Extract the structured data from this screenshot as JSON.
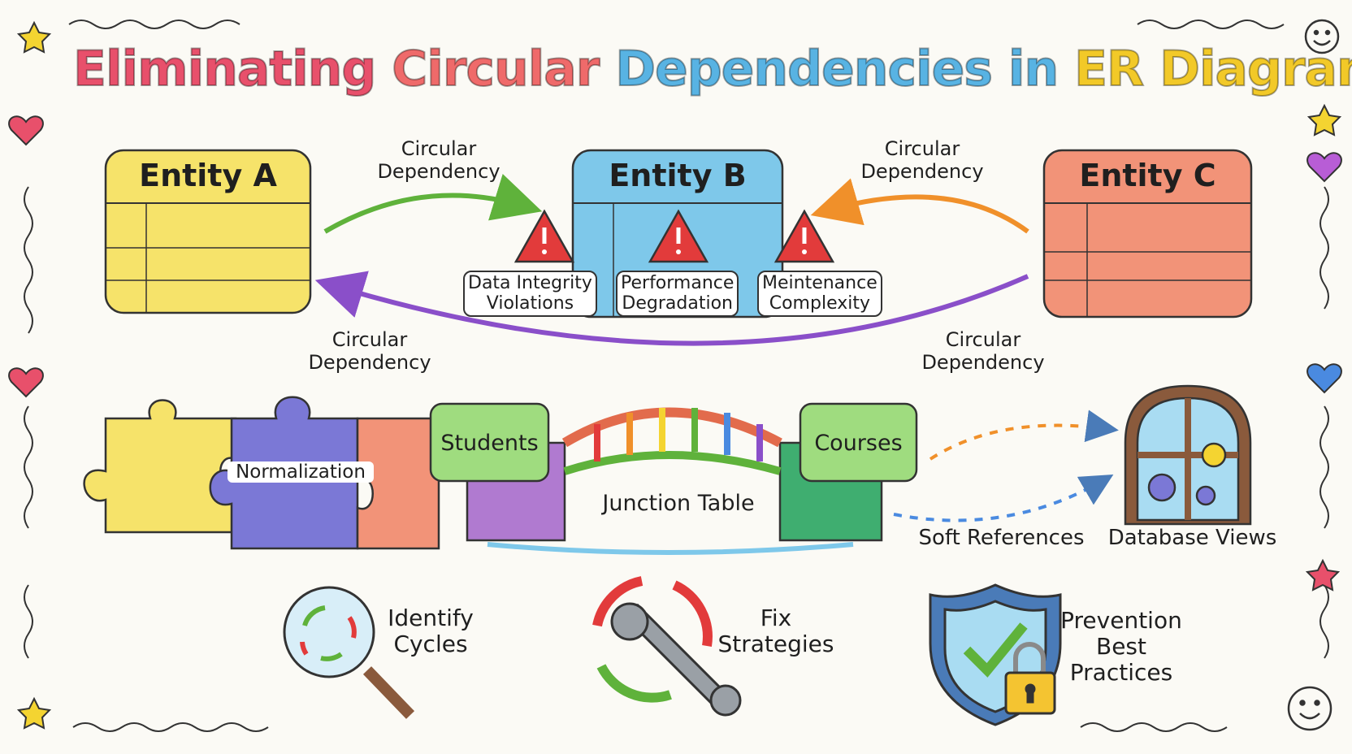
{
  "title": {
    "part1": "Eliminating",
    "part2": "Circular",
    "part3": "Dependencies",
    "part4": "in",
    "part5": "ER Diagrams"
  },
  "entities": {
    "a": "Entity A",
    "b": "Entity B",
    "c": "Entity C"
  },
  "arrows": {
    "a_to_b": "Circular\nDependency",
    "c_to_b": "Circular\nDependency",
    "c_to_a_left": "Circular\nDependency",
    "c_to_a_right": "Circular\nDependency"
  },
  "warnings": {
    "w1": "Data Integrity\nViolations",
    "w2": "Performance\nDegradation",
    "w3": "Meintenance\nComplexity"
  },
  "middle": {
    "normalization": "Normalization",
    "students": "Students",
    "courses": "Courses",
    "junction": "Junction Table",
    "soft_refs": "Soft References",
    "db_views": "Database Views"
  },
  "bottom": {
    "identify": "Identify\nCycles",
    "fix": "Fix\nStrategies",
    "prevention": "Prevention\nBest\nPractices"
  },
  "colors": {
    "yellow": "#f6e36a",
    "blue": "#7ec8ea",
    "orange": "#f29378",
    "green_arrow": "#6cc04a",
    "orange_arrow": "#f0902a",
    "purple_arrow": "#8a4fc9",
    "red_warn": "#e23b3b"
  }
}
